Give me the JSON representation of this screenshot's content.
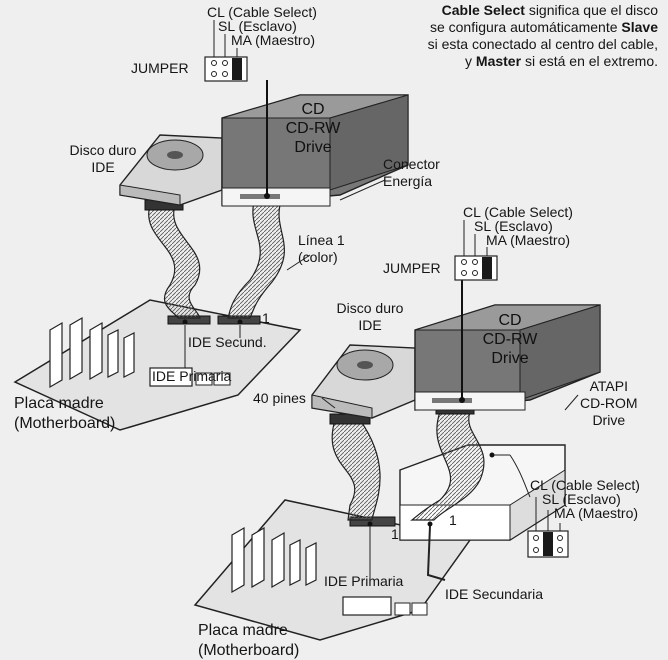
{
  "note": {
    "lead_bold": "Cable Select",
    "lead_text": "significa que el disco",
    "line2": "se configura automáticamente",
    "slave_bold": "Slave",
    "line3": "si esta conectado al centro del cable,",
    "line4_pre": "y",
    "master_bold": "Master",
    "line4_post": "si está en el extremo."
  },
  "jumper_top": {
    "cl": "CL (Cable Select)",
    "sl": "SL (Esclavo)",
    "ma": "MA (Maestro)",
    "title": "JUMPER"
  },
  "jumper_mid": {
    "cl": "CL (Cable Select)",
    "sl": "SL (Esclavo)",
    "ma": "MA (Maestro)",
    "title": "JUMPER"
  },
  "jumper_bottom": {
    "cl": "CL (Cable Select)",
    "sl": "SL (Esclavo)",
    "ma": "MA (Maestro)"
  },
  "top_setup": {
    "hdd_label_1": "Disco duro",
    "hdd_label_2": "IDE",
    "cd_line1": "CD",
    "cd_line2": "CD-RW",
    "cd_line3": "Drive",
    "power_1": "Conector",
    "power_2": "Energía",
    "line1_1": "Línea 1",
    "line1_2": "(color)",
    "pin1": "1",
    "ide_secondary": "IDE Secund.",
    "ide_primary": "IDE Primaria",
    "board_1": "Placa madre",
    "board_2": "(Motherboard)"
  },
  "bottom_setup": {
    "hdd_label_1": "Disco duro",
    "hdd_label_2": "IDE",
    "cd_line1": "CD",
    "cd_line2": "CD-RW",
    "cd_line3": "Drive",
    "atapi_1": "ATAPI",
    "atapi_2": "CD-ROM",
    "atapi_3": "Drive",
    "pins40": "40 pines",
    "pin1_left": "1",
    "pin1_right": "1",
    "ide_primary": "IDE Primaria",
    "ide_secondary": "IDE Secundaria",
    "board_1": "Placa madre",
    "board_2": "(Motherboard)"
  }
}
